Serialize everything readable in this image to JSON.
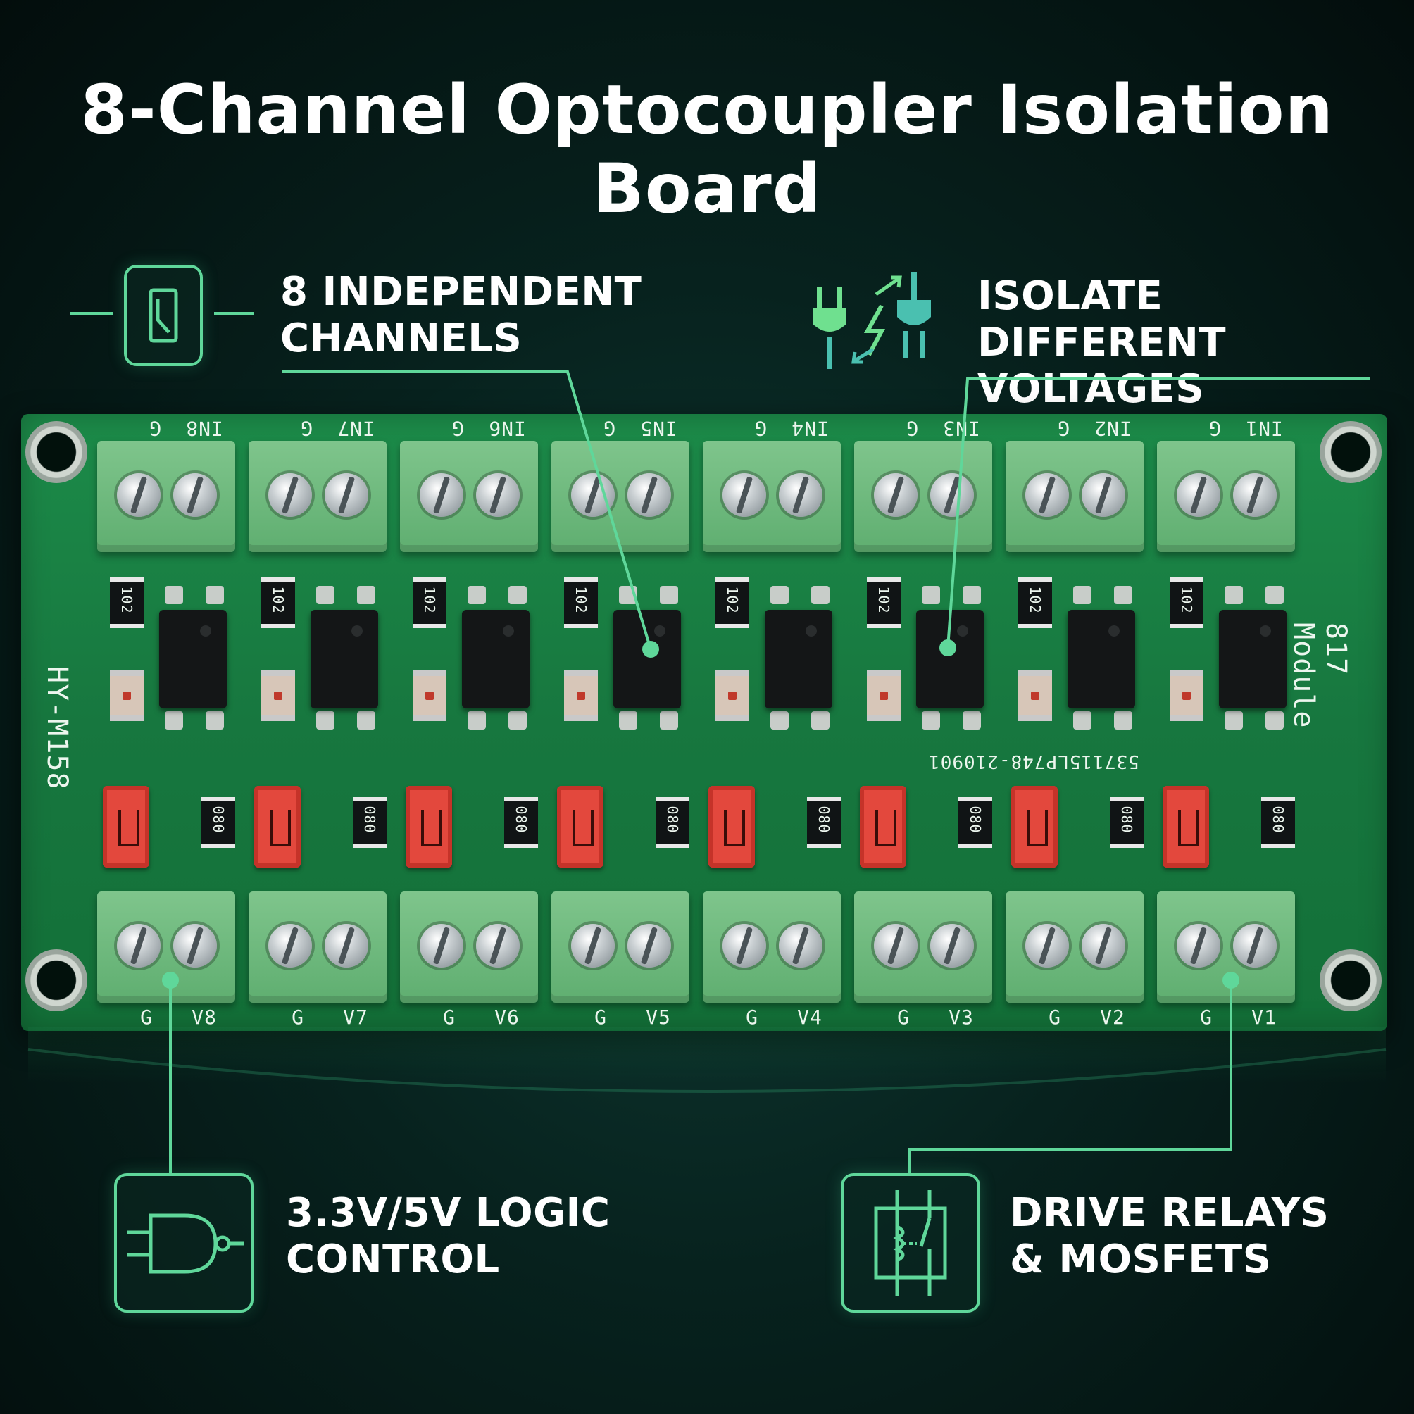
{
  "title": "8-Channel Optocoupler Isolation Board",
  "features": {
    "top_left": {
      "line1": "8 INDEPENDENT",
      "line2": "CHANNELS",
      "icon": "switch-icon"
    },
    "top_right": {
      "line1": "ISOLATE DIFFERENT",
      "line2": "VOLTAGES",
      "icon": "plugs-lightning-icon"
    },
    "bottom_left": {
      "line1": "3.3V/5V LOGIC",
      "line2": "CONTROL",
      "icon": "nand-gate-icon"
    },
    "bottom_right": {
      "line1": "DRIVE RELAYS",
      "line2": "& MOSFETS",
      "icon": "relay-icon"
    }
  },
  "board": {
    "left_silk": "HY-M158",
    "right_silk": "817 Module",
    "code_silk": "537115LP748-210901",
    "resistor_top": "102",
    "resistor_bottom": "080",
    "top_labels": [
      {
        "g": "G",
        "in": "IN8"
      },
      {
        "g": "G",
        "in": "IN7"
      },
      {
        "g": "G",
        "in": "IN6"
      },
      {
        "g": "G",
        "in": "IN5"
      },
      {
        "g": "G",
        "in": "IN4"
      },
      {
        "g": "G",
        "in": "IN3"
      },
      {
        "g": "G",
        "in": "IN2"
      },
      {
        "g": "G",
        "in": "IN1"
      }
    ],
    "bottom_labels": [
      {
        "g": "G",
        "v": "V8"
      },
      {
        "g": "G",
        "v": "V7"
      },
      {
        "g": "G",
        "v": "V6"
      },
      {
        "g": "G",
        "v": "V5"
      },
      {
        "g": "G",
        "v": "V4"
      },
      {
        "g": "G",
        "v": "V3"
      },
      {
        "g": "G",
        "v": "V2"
      },
      {
        "g": "G",
        "v": "V1"
      }
    ]
  },
  "colors": {
    "accent": "#5fd79a",
    "board": "#17773f",
    "terminal": "#6fba7e",
    "jumper": "#e3483d"
  }
}
